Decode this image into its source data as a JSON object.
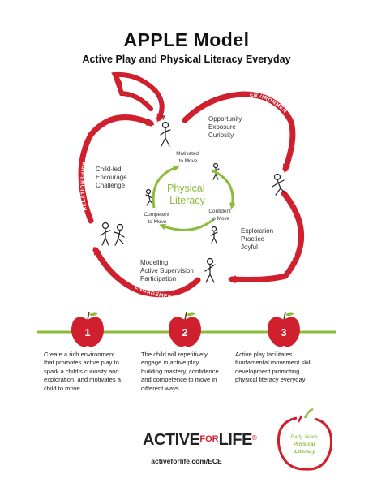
{
  "header": {
    "title": "APPLE Model",
    "subtitle": "Active Play and Physical Literacy Everyday"
  },
  "ring_labels": {
    "environment": "ENVIRONMENT",
    "relationships": "RELATIONSHIPS",
    "play": "PLAY",
    "engagement": "ENGAGEMENT"
  },
  "stage_texts": {
    "top_right": [
      "Opportunity",
      "Exposure",
      "Curiosity"
    ],
    "left": [
      "Child-led",
      "Encourage",
      "Challenge"
    ],
    "right": [
      "Exploration",
      "Practice",
      "Joyful"
    ],
    "bottom": [
      "Modelling",
      "Active Supervision",
      "Participation"
    ]
  },
  "center": {
    "title_line1": "Physical",
    "title_line2": "Literacy",
    "motivated": [
      "Motivated",
      "to Move"
    ],
    "confident": [
      "Confident",
      "to Move"
    ],
    "competent": [
      "Competent",
      "to Move"
    ]
  },
  "steps": [
    {
      "number": "1",
      "text": [
        "Create a rich environment",
        "that promotes active play to",
        "spark a child's curiosity and",
        "exploration, and motivates a",
        "child to move"
      ]
    },
    {
      "number": "2",
      "text": [
        "The child will repetitively",
        "engage in active play",
        "building mastery, confidence",
        "and competence to move in",
        "different ways"
      ]
    },
    {
      "number": "3",
      "text": [
        "Active play facilitates",
        "fundamental movement skill",
        "development promoting",
        "physical literacy everyday"
      ]
    }
  ],
  "footer": {
    "logo_main": "ACTIVE",
    "logo_for": "FOR",
    "logo_life": "LIFE",
    "logo_mark": "®",
    "badge_line1": "Early Years",
    "badge_line2": "Physical",
    "badge_line3": "Literacy",
    "url": "activeforlife.com/ECE"
  },
  "colors": {
    "red": "#d0202e",
    "green": "#8dbb3e",
    "dark": "#222222"
  }
}
